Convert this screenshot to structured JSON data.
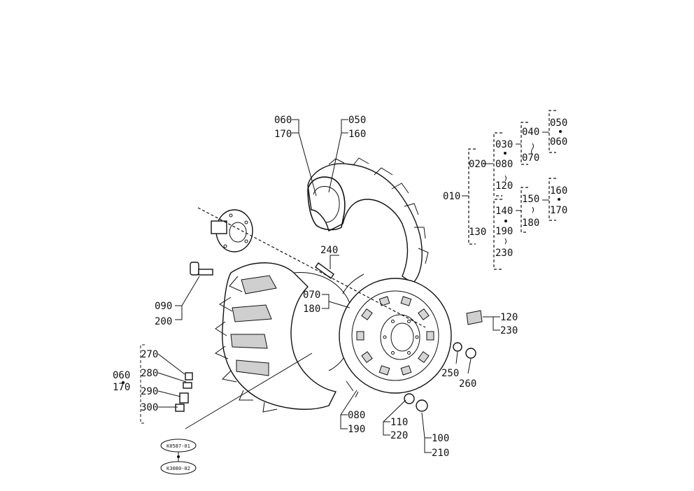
{
  "callouts": {
    "c060a": "060",
    "c170a": "170",
    "c050a": "050",
    "c160a": "160",
    "c240": "240",
    "c070": "070",
    "c180a": "180",
    "c090": "090",
    "c200": "200",
    "c270": "270",
    "c280": "280",
    "c290": "290",
    "c300": "300",
    "c060b": "060",
    "c170b": "170",
    "c080a": "080",
    "c190a": "190",
    "c110": "110",
    "c220": "220",
    "c100": "100",
    "c210": "210",
    "c250": "250",
    "c260": "260",
    "c120a": "120",
    "c230a": "230"
  },
  "tree": {
    "n010": "010",
    "n020": "020",
    "n030": "030",
    "n080": "080",
    "n120": "120",
    "n040": "040",
    "n070": "070",
    "n050": "050",
    "n060": "060",
    "n130": "130",
    "n140": "140",
    "n190": "190",
    "n230": "230",
    "n150": "150",
    "n180": "180",
    "n160": "160",
    "n170": "170"
  },
  "refs": {
    "ref1": "K0587-01",
    "ref2": "K3080-02"
  }
}
